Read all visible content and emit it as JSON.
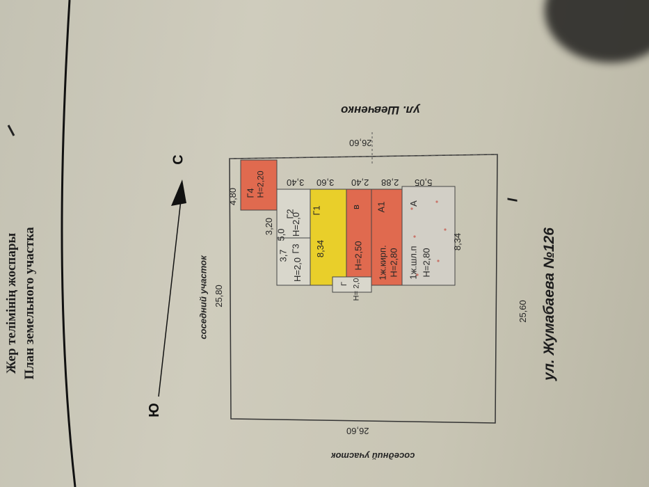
{
  "title": {
    "kazakh": "Жер телімінің жоспары",
    "russian": "План земельного участка"
  },
  "compass": {
    "north": "С",
    "south": "Ю"
  },
  "streets": {
    "top": "ул. Шевченко",
    "bottom": "ул. Жумабаева №126"
  },
  "neighbors": {
    "left": "соседний участок",
    "right": "соседний участок"
  },
  "plot_dimensions": {
    "left": "25,80",
    "right": "25,60",
    "top": "26,60",
    "bottom": "26,60"
  },
  "roman_mark": "I",
  "buildings": [
    {
      "id": "Г4",
      "height": "Н=2,20",
      "color": "#e06a4f"
    },
    {
      "id": "Г2",
      "height": "Н=2,0",
      "size": "5,0",
      "color": "#d9d7cc"
    },
    {
      "id": "Г3",
      "height": "Н=2,0",
      "size": "3,7",
      "color": "#d9d7cc"
    },
    {
      "id": "Г1",
      "size": "8,34",
      "color": "#e9cf2a"
    },
    {
      "id": "Г",
      "height": "Н= 2,0",
      "color": "#d9d7cc"
    },
    {
      "id": "в",
      "height": "Н=2,50",
      "color": "#e06a4f"
    },
    {
      "id": "А1",
      "material": "1ж.кирп.",
      "height": "Н=2,80",
      "color": "#e06a4f"
    },
    {
      "id": "А",
      "material": "1ж.шл.п",
      "height": "Н=2,80",
      "color": "#d2cfc6"
    }
  ],
  "measurements": {
    "g4_top": "4,80",
    "g4_bottom": "3,20",
    "row_340": "3,40",
    "row_360": "3,60",
    "row_240": "2,40",
    "row_288": "2,88",
    "row_505": "5,05",
    "house_length": "8,34"
  }
}
